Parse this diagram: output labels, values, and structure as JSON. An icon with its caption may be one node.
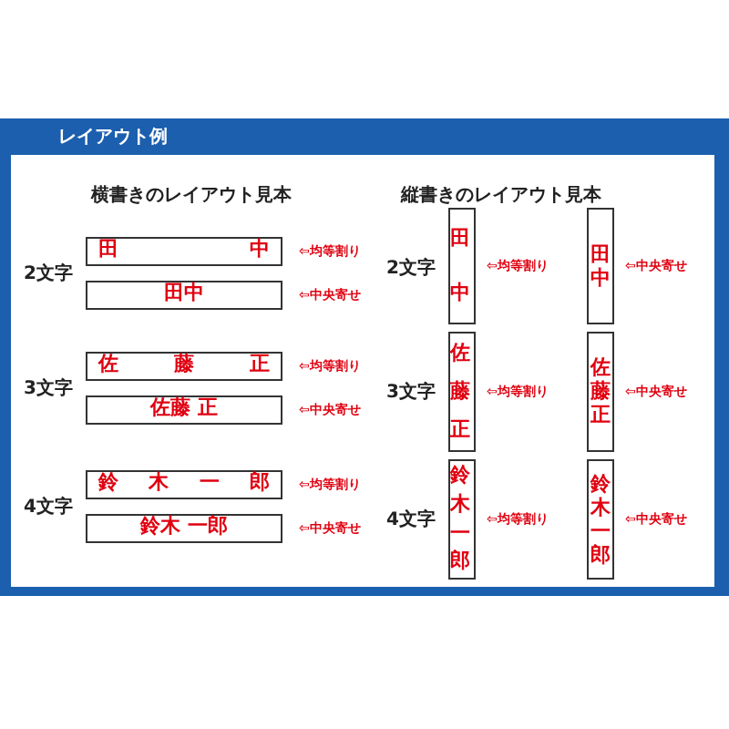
{
  "diagram": {
    "nodes": [
      {
        "text": [
          "レイアウト例"
        ]
      },
      {
        "text": [
          "田 中"
        ],
        "beside": [
          "⇦均等割り"
        ]
      },
      {
        "text": [
          "田中"
        ],
        "beside": [
          "⇦中央寄せ"
        ]
      },
      {
        "text": [
          "佐 藤 正"
        ],
        "beside": [
          "⇦均等割り"
        ]
      },
      {
        "text": [
          "佐藤 正"
        ],
        "beside": [
          "⇦中央寄せ"
        ]
      },
      {
        "text": [
          "鈴 木 一 郎"
        ],
        "beside": [
          "⇦均等割り"
        ]
      },
      {
        "text": [
          "鈴木 一郎"
        ],
        "beside": [
          "⇦中央寄せ"
        ]
      },
      {
        "text": [
          "田中"
        ],
        "beside": [
          "⇦均等割り"
        ]
      },
      {
        "text": [
          "田中"
        ],
        "beside": [
          "⇦中央寄せ"
        ]
      },
      {
        "text": [
          "佐藤正"
        ],
        "beside": [
          "⇦均等割り"
        ]
      },
      {
        "text": [
          "佐藤正"
        ],
        "beside": [
          "⇦中央寄せ"
        ]
      },
      {
        "text": [
          "鈴木一郎"
        ],
        "beside": [
          "⇦均等割り"
        ]
      },
      {
        "text": [
          "鈴木一郎"
        ],
        "beside": [
          "⇦中央寄せ"
        ]
      }
    ],
    "labels": [
      "横書きのレイアウト見本",
      "縦書きのレイアウト見本",
      "2文字",
      "2文字",
      "3文字",
      "3文字",
      "4文字",
      "4文字"
    ]
  }
}
